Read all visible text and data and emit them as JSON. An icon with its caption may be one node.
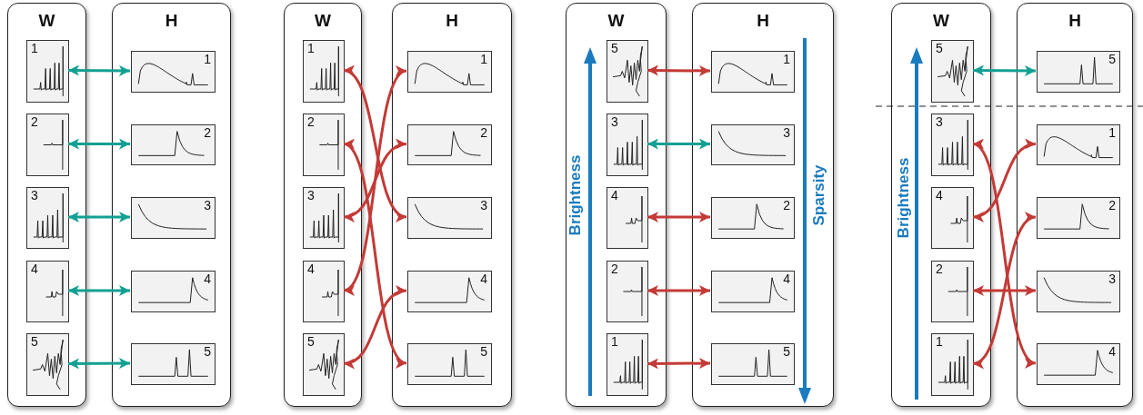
{
  "diagram": {
    "nodes": [
      {
        "text": [
          "W"
        ]
      },
      {
        "text": [
          "1"
        ],
        "in": 0
      },
      {
        "text": [
          "2"
        ],
        "in": 0
      },
      {
        "text": [
          "3"
        ],
        "in": 0
      },
      {
        "text": [
          "4"
        ],
        "in": 0
      },
      {
        "text": [
          "5"
        ],
        "in": 0
      },
      {
        "text": [
          "H"
        ]
      },
      {
        "text": [
          "1"
        ],
        "in": 6
      },
      {
        "text": [
          "2"
        ],
        "in": 6
      },
      {
        "text": [
          "3"
        ],
        "in": 6
      },
      {
        "text": [
          "4"
        ],
        "in": 6
      },
      {
        "text": [
          "5"
        ],
        "in": 6
      },
      {
        "text": [
          "W"
        ]
      },
      {
        "text": [
          "1"
        ],
        "in": 12
      },
      {
        "text": [
          "2"
        ],
        "in": 12
      },
      {
        "text": [
          "3"
        ],
        "in": 12
      },
      {
        "text": [
          "4"
        ],
        "in": 12
      },
      {
        "text": [
          "5"
        ],
        "in": 12
      },
      {
        "text": [
          "H"
        ]
      },
      {
        "text": [
          "1"
        ],
        "in": 18
      },
      {
        "text": [
          "2"
        ],
        "in": 18
      },
      {
        "text": [
          "3"
        ],
        "in": 18
      },
      {
        "text": [
          "4"
        ],
        "in": 18
      },
      {
        "text": [
          "5"
        ],
        "in": 18
      },
      {
        "text": [
          "W"
        ]
      },
      {
        "text": [
          "5"
        ],
        "in": 24
      },
      {
        "text": [
          "3"
        ],
        "in": 24
      },
      {
        "text": [
          "4"
        ],
        "in": 24
      },
      {
        "text": [
          "2"
        ],
        "in": 24
      },
      {
        "text": [
          "1"
        ],
        "in": 24
      },
      {
        "text": [
          "H"
        ]
      },
      {
        "text": [
          "1"
        ],
        "in": 30
      },
      {
        "text": [
          "3"
        ],
        "in": 30
      },
      {
        "text": [
          "2"
        ],
        "in": 30
      },
      {
        "text": [
          "4"
        ],
        "in": 30
      },
      {
        "text": [
          "5"
        ],
        "in": 30
      },
      {
        "text": [
          "W"
        ]
      },
      {
        "text": [
          "5"
        ],
        "in": 36
      },
      {
        "text": [
          "3"
        ],
        "in": 36
      },
      {
        "text": [
          "4"
        ],
        "in": 36
      },
      {
        "text": [
          "2"
        ],
        "in": 36
      },
      {
        "text": [
          "1"
        ],
        "in": 36
      },
      {
        "text": [
          "H"
        ]
      },
      {
        "text": [
          "5"
        ],
        "in": 42
      },
      {
        "text": [
          "1"
        ],
        "in": 42
      },
      {
        "text": [
          "2"
        ],
        "in": 42
      },
      {
        "text": [
          "3"
        ],
        "in": 42
      },
      {
        "text": [
          "4"
        ],
        "in": 42
      }
    ],
    "edges": [
      {
        "from": 1,
        "to": 7,
        "arrow": "both",
        "color": "#13a093"
      },
      {
        "from": 2,
        "to": 8,
        "arrow": "both",
        "color": "#13a093"
      },
      {
        "from": 3,
        "to": 9,
        "arrow": "both",
        "color": "#13a093"
      },
      {
        "from": 4,
        "to": 10,
        "arrow": "both",
        "color": "#13a093"
      },
      {
        "from": 5,
        "to": 11,
        "arrow": "both",
        "color": "#13a093"
      },
      {
        "from": 13,
        "to": 21,
        "arrow": "both"
      },
      {
        "from": 14,
        "to": 23,
        "arrow": "both"
      },
      {
        "from": 15,
        "to": 20,
        "arrow": "both"
      },
      {
        "from": 16,
        "to": 19,
        "arrow": "both"
      },
      {
        "from": 17,
        "to": 22,
        "arrow": "both"
      },
      {
        "from": 25,
        "to": 31,
        "arrow": "both"
      },
      {
        "from": 26,
        "to": 32,
        "arrow": "both",
        "color": "#13a093"
      },
      {
        "from": 27,
        "to": 33,
        "arrow": "both"
      },
      {
        "from": 28,
        "to": 34,
        "arrow": "both"
      },
      {
        "from": 29,
        "to": 35,
        "arrow": "both"
      },
      {
        "from": 37,
        "to": 43,
        "arrow": "both",
        "color": "#13a093"
      },
      {
        "from": 38,
        "to": 47,
        "arrow": "both"
      },
      {
        "from": 39,
        "to": 44,
        "arrow": "both"
      },
      {
        "from": 40,
        "to": 46,
        "arrow": "both"
      },
      {
        "from": 41,
        "to": 45,
        "arrow": "both"
      }
    ],
    "labels": [
      "Brightness",
      "Sparsity",
      "Brightness"
    ]
  }
}
